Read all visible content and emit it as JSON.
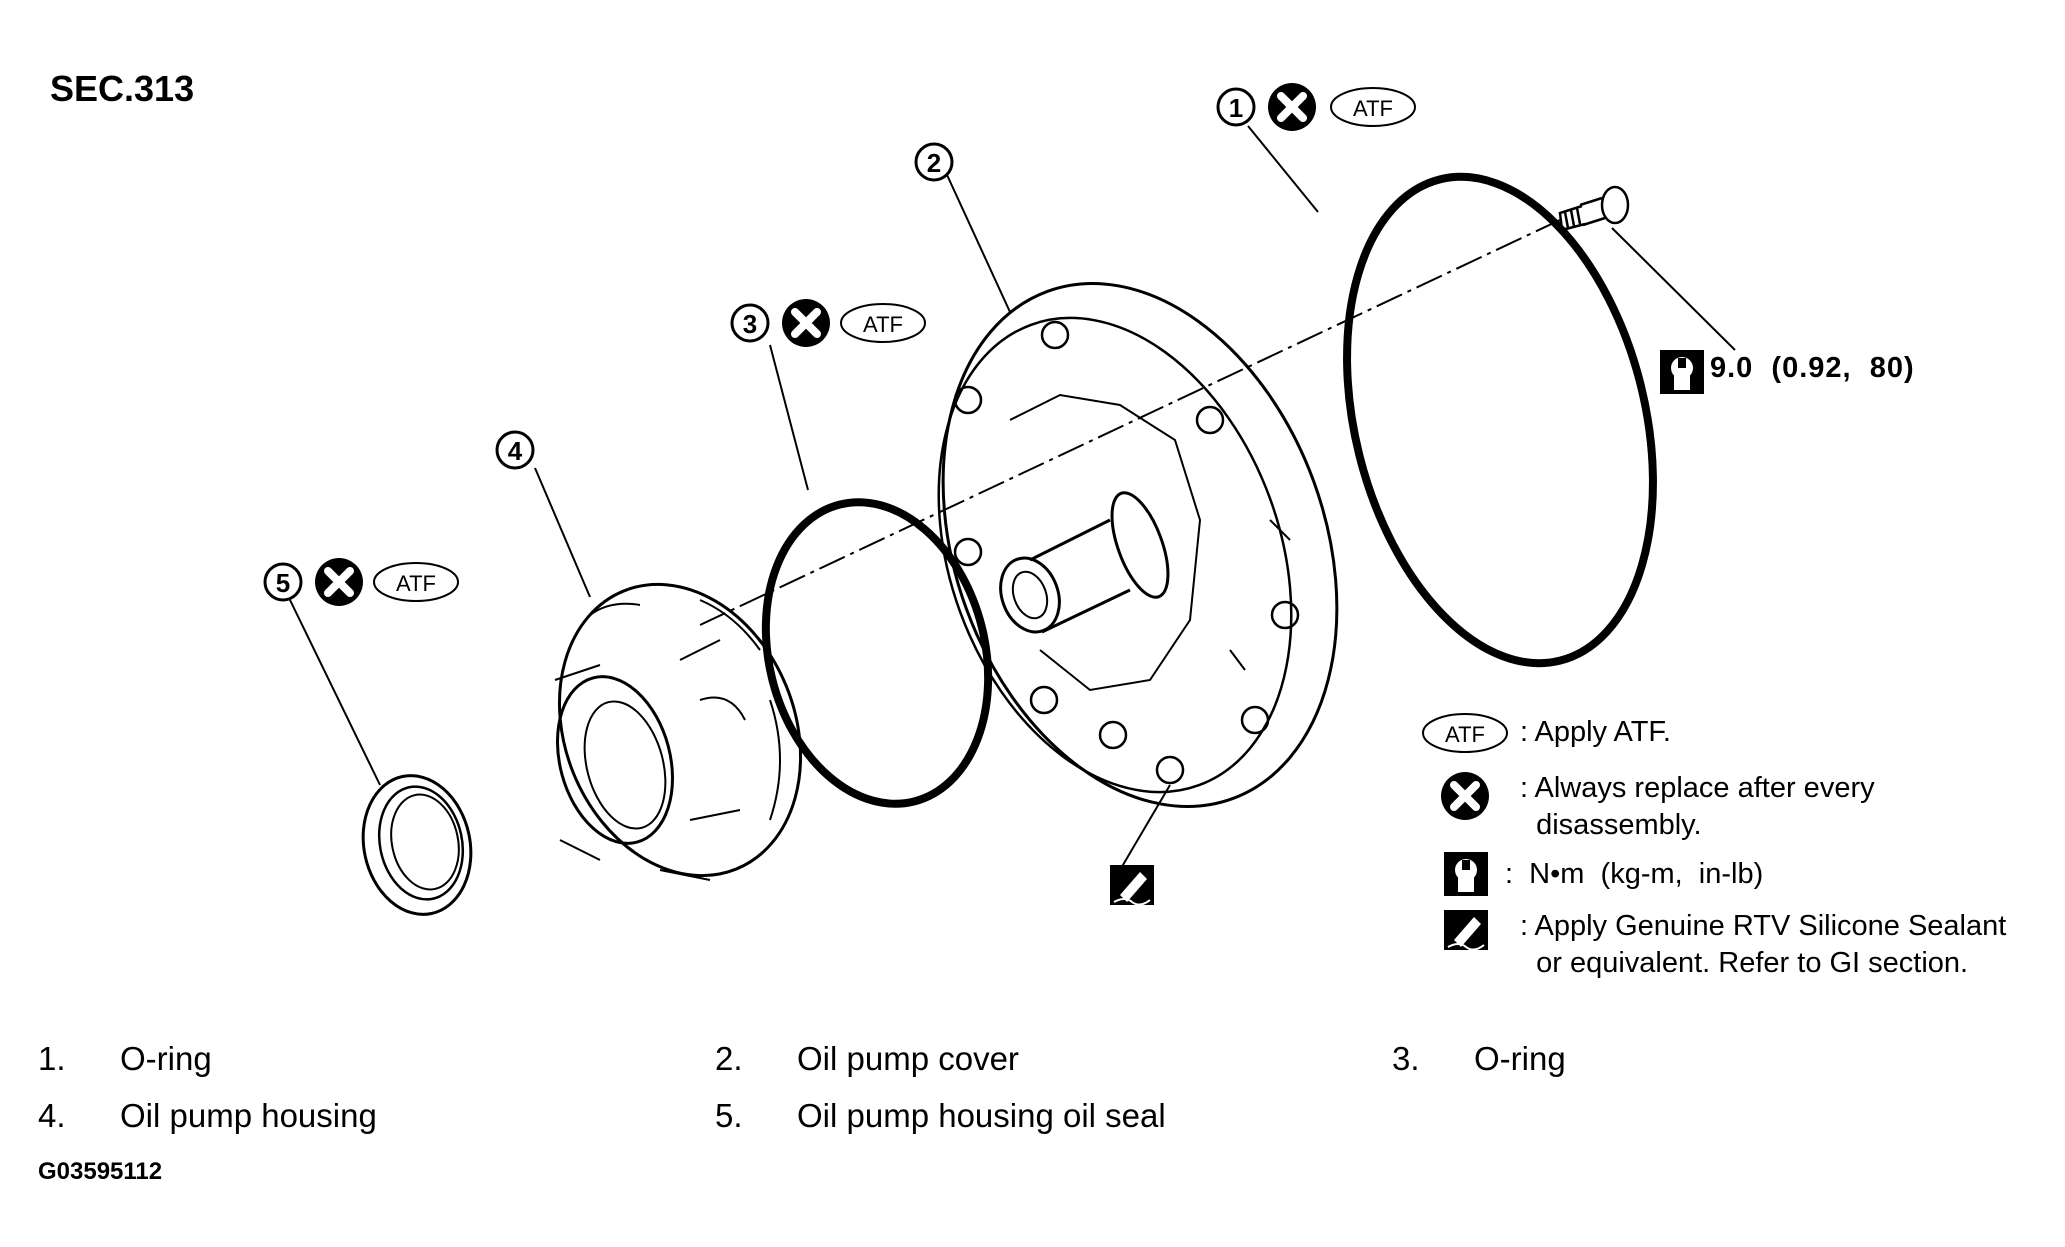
{
  "section_title": "SEC.313",
  "callouts": [
    {
      "number": "1",
      "atf_label": "ATF"
    },
    {
      "number": "2"
    },
    {
      "number": "3",
      "atf_label": "ATF"
    },
    {
      "number": "4"
    },
    {
      "number": "5",
      "atf_label": "ATF"
    }
  ],
  "torque_value": "9.0  (0.92,  80)",
  "legend": [
    {
      "symbol": "atf-oval",
      "symbol_label": "ATF",
      "text": ": Apply ATF."
    },
    {
      "symbol": "replace-x-icon",
      "text_lines": [
        ": Always replace after every",
        "  disassembly."
      ]
    },
    {
      "symbol": "torque-wrench-icon",
      "text": ":  N•m  (kg-m,  in-lb)"
    },
    {
      "symbol": "sealant-icon",
      "text_lines": [
        ": Apply Genuine RTV Silicone Sealant",
        "  or equivalent. Refer to GI section."
      ]
    }
  ],
  "parts": [
    {
      "num": "1.",
      "name": "O-ring"
    },
    {
      "num": "2.",
      "name": "Oil pump cover"
    },
    {
      "num": "3.",
      "name": "O-ring"
    },
    {
      "num": "4.",
      "name": "Oil pump housing"
    },
    {
      "num": "5.",
      "name": "Oil pump housing oil seal"
    }
  ],
  "figure_id": "G03595112"
}
